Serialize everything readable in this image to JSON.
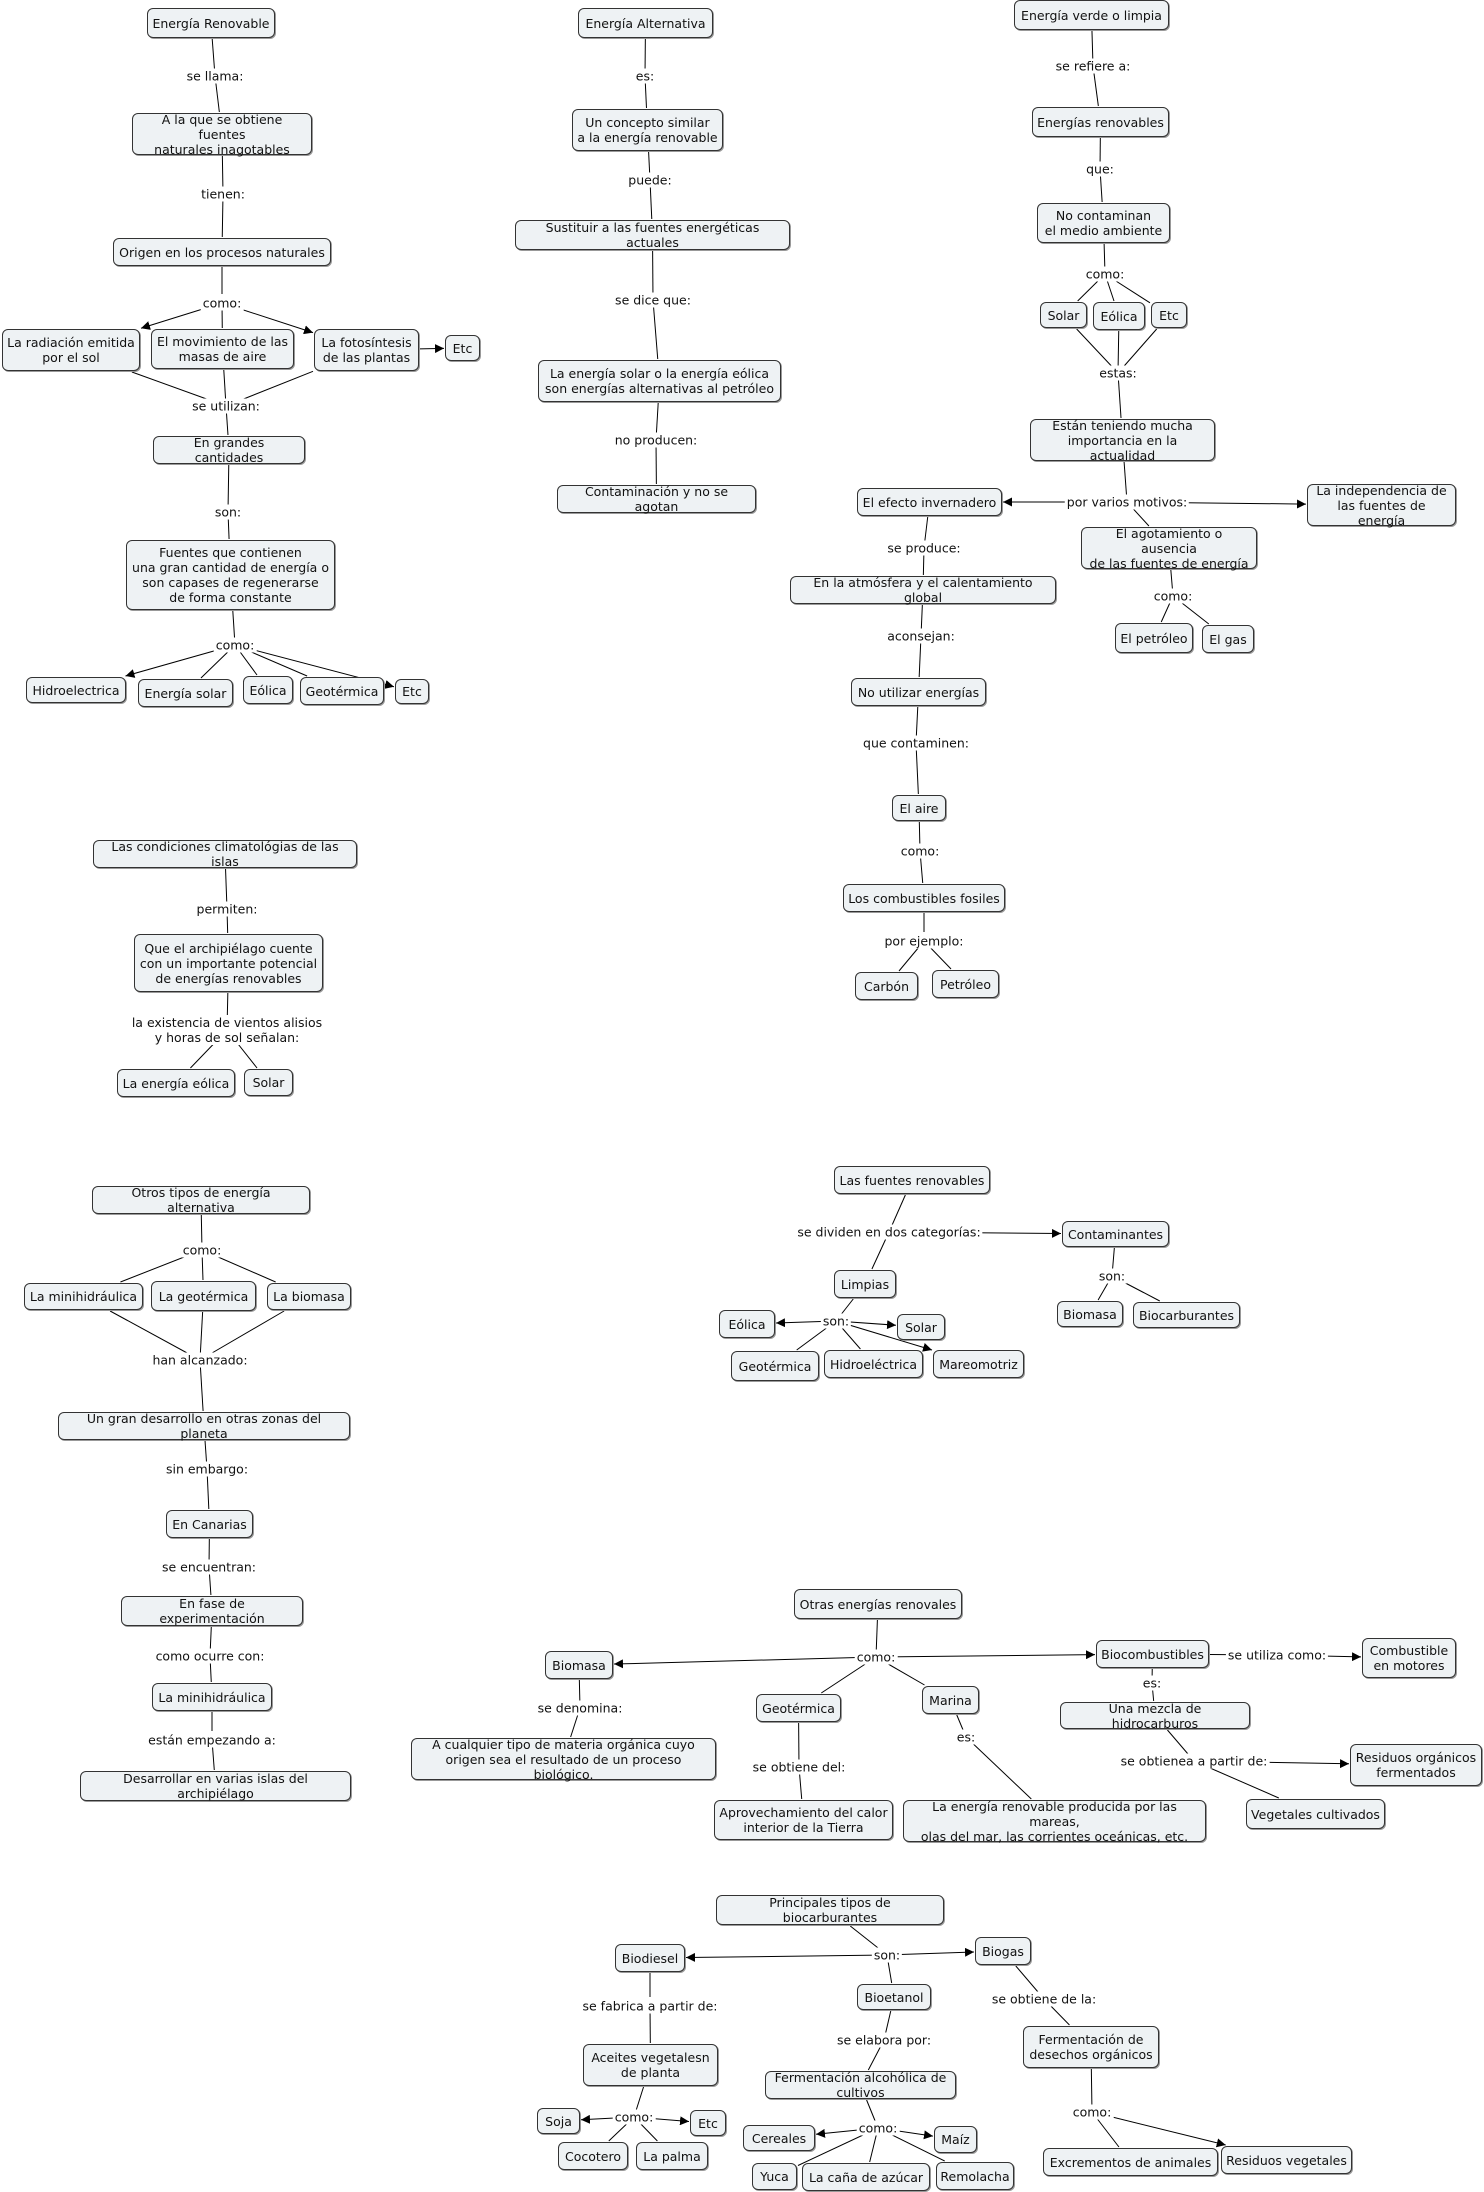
{
  "nodes": {
    "n1": "Energía Renovable",
    "n2": "A la que se obtiene fuentes\nnaturales inagotables",
    "n3": "Origen en los procesos naturales",
    "n4": "La radiación emitida\npor el sol",
    "n5": "El movimiento de las\nmasas de aire",
    "n6": "La fotosíntesis\nde las plantas",
    "n7": "Etc",
    "n8": "En grandes cantidades",
    "n9": "Fuentes que contienen\nuna gran cantidad de energía o\nson capases de regenerarse\nde forma constante",
    "n10": "Hidroelectrica",
    "n11": "Energía solar",
    "n12": "Eólica",
    "n13": "Geotérmica",
    "n14": "Etc",
    "n15": "Energía Alternativa",
    "n16": "Un concepto similar\na la energía renovable",
    "n17": "Sustituir a las fuentes energéticas actuales",
    "n18": "La energía solar o la energía eólica\nson energías alternativas al petróleo",
    "n19": "Contaminación y no se agotan",
    "n20": "Energía verde o limpia",
    "n21": "Energías renovables",
    "n22": "No contaminan\nel medio ambiente",
    "n23": "Solar",
    "n24": "Eólica",
    "n25": "Etc",
    "n26": "Están teniendo mucha\nimportancia en la actualidad",
    "n27": "El efecto invernadero",
    "n28": "La independencia de\nlas fuentes de energía",
    "n29": "El agotamiento o ausencia\nde las fuentes de energía",
    "n30": "El petróleo",
    "n31": "El gas",
    "n32": "En la atmósfera y el calentamiento global",
    "n33": "No utilizar energías",
    "n34": "El aire",
    "n35": "Los combustibles fosiles",
    "n36": "Carbón",
    "n37": "Petróleo",
    "n38": "Las condiciones climatológias de las islas",
    "n39": "Que el archipiélago cuente\ncon un importante potencial\nde energías renovables",
    "n40": "La energía eólica",
    "n41": "Solar",
    "n42": "Otros tipos de energía alternativa",
    "n43": "La minihidráulica",
    "n44": "La geotérmica",
    "n45": "La biomasa",
    "n46": "Un gran desarrollo en otras zonas del planeta",
    "n47": "En Canarias",
    "n48": "En fase de experimentación",
    "n49": "La minihidráulica",
    "n50": "Desarrollar en varias islas del archipiélago",
    "n51": "Las fuentes renovables",
    "n52": "Contaminantes",
    "n53": "Limpias",
    "n54": "Biomasa",
    "n55": "Biocarburantes",
    "n56": "Eólica",
    "n57": "Solar",
    "n58": "Geotérmica",
    "n59": "Hidroeléctrica",
    "n60": "Mareomotriz",
    "n61": "Otras energías renovales",
    "n62": "Biomasa",
    "n63": "Biocombustibles",
    "n64": "Combustible\nen motores",
    "n65": "Geotérmica",
    "n66": "Marina",
    "n67": "Una mezcla de hidrocarburos",
    "n68": "A cualquier tipo de materia orgánica cuyo\norigen sea el resultado de un proceso biológico.",
    "n69": "Residuos orgánicos\nfermentados",
    "n70": "Vegetales cultivados",
    "n71": "Aprovechamiento del calor\ninterior de la Tierra",
    "n72": "La energía renovable producida por las mareas,\nolas del mar, las corrientes oceánicas, etc.",
    "n73": "Principales tipos de biocarburantes",
    "n74": "Biodiesel",
    "n75": "Biogas",
    "n76": "Bioetanol",
    "n77": "Aceites vegetalesn\nde planta",
    "n78": "Fermentación alcohólica de cultivos",
    "n79": "Fermentación de\ndesechos orgánicos",
    "n80": "Soja",
    "n81": "Etc",
    "n82": "Cocotero",
    "n83": "La palma",
    "n84": "Cereales",
    "n85": "Maíz",
    "n86": "Yuca",
    "n87": "La caña de azúcar",
    "n88": "Remolacha",
    "n89": "Excrementos de animales",
    "n90": "Residuos vegetales"
  },
  "links": {
    "l1": "se llama:",
    "l2": "tienen:",
    "l3": "como:",
    "l4": "se utilizan:",
    "l5": "son:",
    "l6": "como:",
    "l7": "es:",
    "l8": "puede:",
    "l9": "se dice que:",
    "l10": "no producen:",
    "l11": "se refiere a:",
    "l12": "que:",
    "l13": "como:",
    "l14": "estas:",
    "l15": "por varios motivos:",
    "l16": "como:",
    "l17": "se produce:",
    "l18": "aconsejan:",
    "l19": "que contaminen:",
    "l20": "como:",
    "l21": "por ejemplo:",
    "l22": "permiten:",
    "l23": "la existencia de vientos alisios\ny horas de sol señalan:",
    "l24": "como:",
    "l25": "han alcanzado:",
    "l26": "sin embargo:",
    "l27": "se encuentran:",
    "l28": "como ocurre con:",
    "l29": "están empezando a:",
    "l30": "se dividen en dos categorías:",
    "l31": "son:",
    "l32": "son:",
    "l33": "como:",
    "l34": "se utiliza como:",
    "l35": "es:",
    "l36": "se denomina:",
    "l37": "se obtiene del:",
    "l38": "es:",
    "l39": "se obtienea a partir de:",
    "l40": "son:",
    "l41": "se fabrica a partir de:",
    "l42": "se elabora por:",
    "l43": "se obtiene de la:",
    "l44": "como:",
    "l45": "como:",
    "l46": "como:"
  }
}
